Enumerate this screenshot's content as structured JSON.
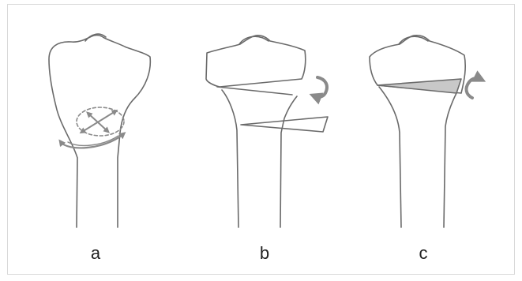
{
  "panels": [
    {
      "label": "a"
    },
    {
      "label": "b"
    },
    {
      "label": "c"
    }
  ],
  "colors": {
    "outline": "#6a6a6a",
    "arrow": "#8a8a8a",
    "wedge_fill": "#c8c8c8",
    "frame_border": "#d9d9d9"
  }
}
